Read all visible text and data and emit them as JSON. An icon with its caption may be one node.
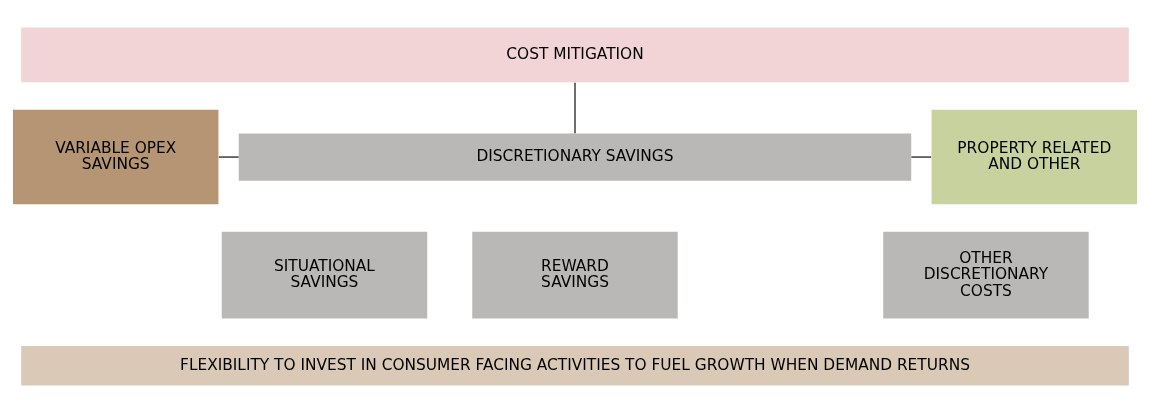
{
  "diagram": {
    "nodes": [
      {
        "text": [
          "COST MITIGATION"
        ]
      },
      {
        "text": [
          "VARIABLE OPEX SAVINGS"
        ]
      },
      {
        "text": [
          "DISCRETIONARY SAVINGS"
        ]
      },
      {
        "text": [
          "SITUATIONAL SAVINGS"
        ]
      },
      {
        "text": [
          "REWARD SAVINGS"
        ]
      },
      {
        "text": [
          "OTHER DISCRETIONARY COSTS"
        ]
      },
      {
        "text": [
          "PROPERTY RELATED AND OTHER"
        ]
      },
      {
        "text": [
          "FLEXIBILITY TO INVEST IN CONSUMER FACING ACTIVITIES TO FUEL GROWTH WHEN DEMAND RETURNS"
        ]
      }
    ],
    "edges": [
      {
        "from": 0,
        "to": 2,
        "arrow": "none"
      },
      {
        "from": 1,
        "to": 2,
        "arrow": "none"
      },
      {
        "from": 2,
        "to": 6,
        "arrow": "none"
      }
    ]
  }
}
